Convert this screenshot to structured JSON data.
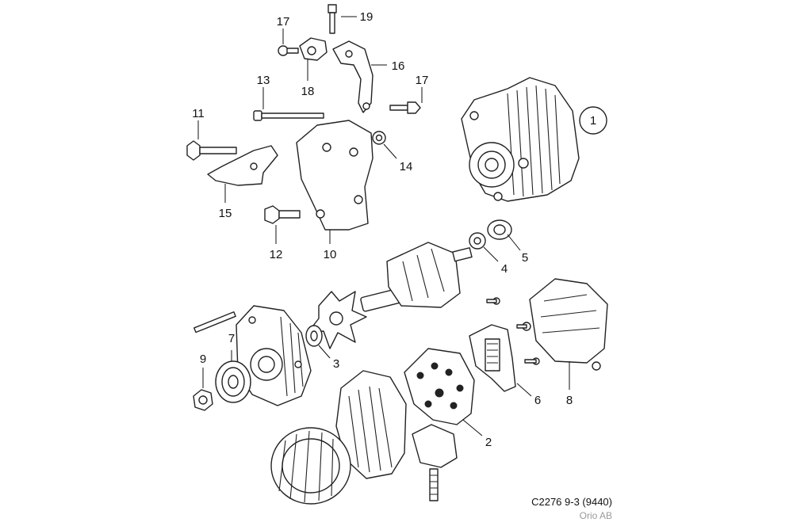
{
  "callouts": [
    {
      "id": "1",
      "text": "1"
    },
    {
      "id": "2",
      "text": "2"
    },
    {
      "id": "3",
      "text": "3"
    },
    {
      "id": "4",
      "text": "4"
    },
    {
      "id": "5",
      "text": "5"
    },
    {
      "id": "6",
      "text": "6"
    },
    {
      "id": "7",
      "text": "7"
    },
    {
      "id": "8",
      "text": "8"
    },
    {
      "id": "9",
      "text": "9"
    },
    {
      "id": "10",
      "text": "10"
    },
    {
      "id": "11",
      "text": "11"
    },
    {
      "id": "12",
      "text": "12"
    },
    {
      "id": "13",
      "text": "13"
    },
    {
      "id": "14",
      "text": "14"
    },
    {
      "id": "15",
      "text": "15"
    },
    {
      "id": "16",
      "text": "16"
    },
    {
      "id": "17a",
      "text": "17"
    },
    {
      "id": "17b",
      "text": "17"
    },
    {
      "id": "18",
      "text": "18"
    },
    {
      "id": "19",
      "text": "19"
    }
  ],
  "caption": "C2276 9-3 (9440)",
  "brand": "Orio AB"
}
